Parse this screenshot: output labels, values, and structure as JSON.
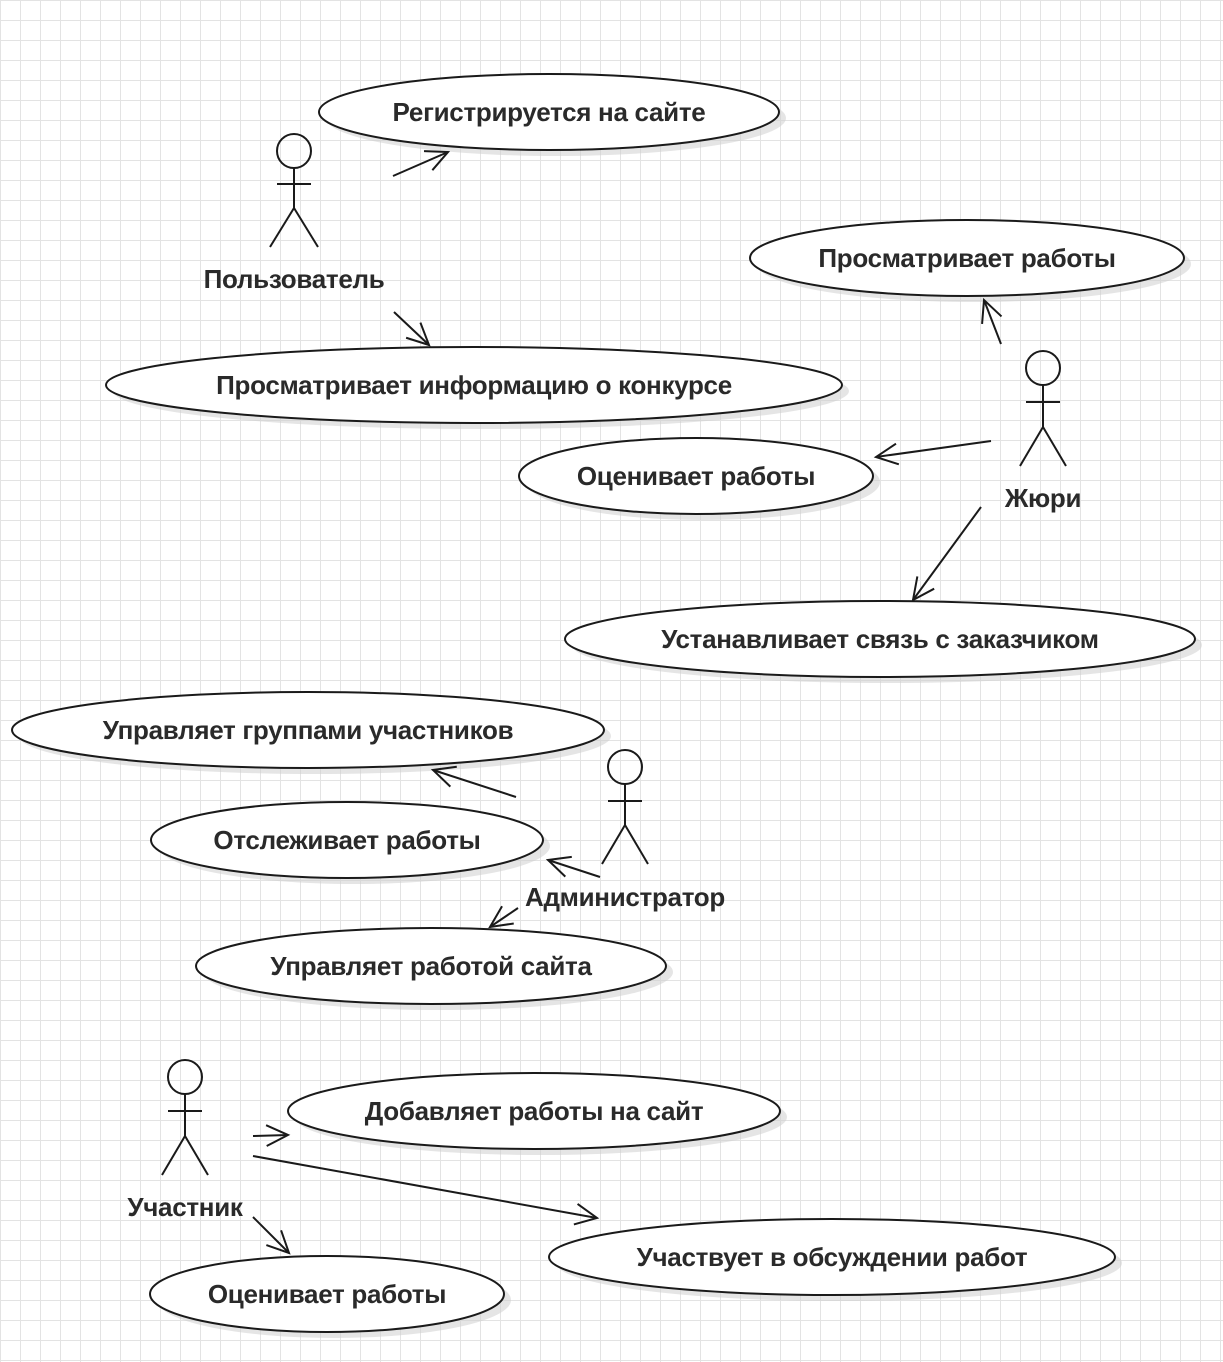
{
  "actors": {
    "user": {
      "name": "Пользователь"
    },
    "jury": {
      "name": "Жюри"
    },
    "admin": {
      "name": "Администратор"
    },
    "participant": {
      "name": "Участник"
    }
  },
  "use_cases": {
    "register": "Регистрируется на сайте",
    "view_info": "Просматривает информацию о конкурсе",
    "view_works": "Просматривает работы",
    "jury_rates": "Оценивает работы",
    "contact_customer": "Устанавливает связь с заказчиком",
    "manage_groups": "Управляет группами участников",
    "track_works": "Отслеживает работы",
    "manage_site": "Управляет работой сайта",
    "add_works": "Добавляет работы на сайт",
    "discuss_works": "Участвует в обсуждении работ",
    "participant_rates": "Оценивает работы"
  }
}
